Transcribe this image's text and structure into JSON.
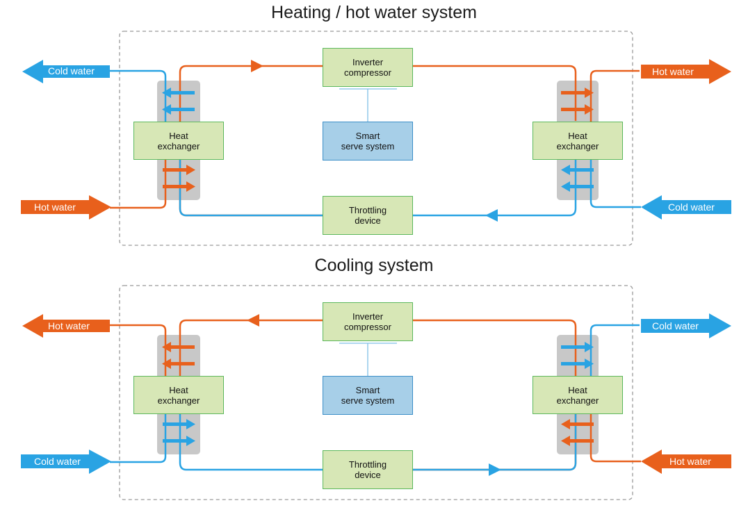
{
  "colors": {
    "hot": "#e8601c",
    "cold": "#29a3e3",
    "green_fill": "#d7e7b6",
    "green_border": "#5cb85c",
    "blue_fill": "#a7cfe8",
    "panel_gray": "#c8c8c8"
  },
  "heating": {
    "title": "Heating / hot water system",
    "compressor": "Inverter\ncompressor",
    "smart": "Smart\nserve system",
    "throttle": "Throttling\ndevice",
    "hx_left": "Heat\nexchanger",
    "hx_right": "Heat\nexchanger",
    "left_top": "Cold water",
    "left_bottom": "Hot water",
    "right_top": "Hot water",
    "right_bottom": "Cold water"
  },
  "cooling": {
    "title": "Cooling system",
    "compressor": "Inverter\ncompressor",
    "smart": "Smart\nserve system",
    "throttle": "Throttling\ndevice",
    "hx_left": "Heat\nexchanger",
    "hx_right": "Heat\nexchanger",
    "left_top": "Hot water",
    "left_bottom": "Cold water",
    "right_top": "Cold water",
    "right_bottom": "Hot water"
  }
}
